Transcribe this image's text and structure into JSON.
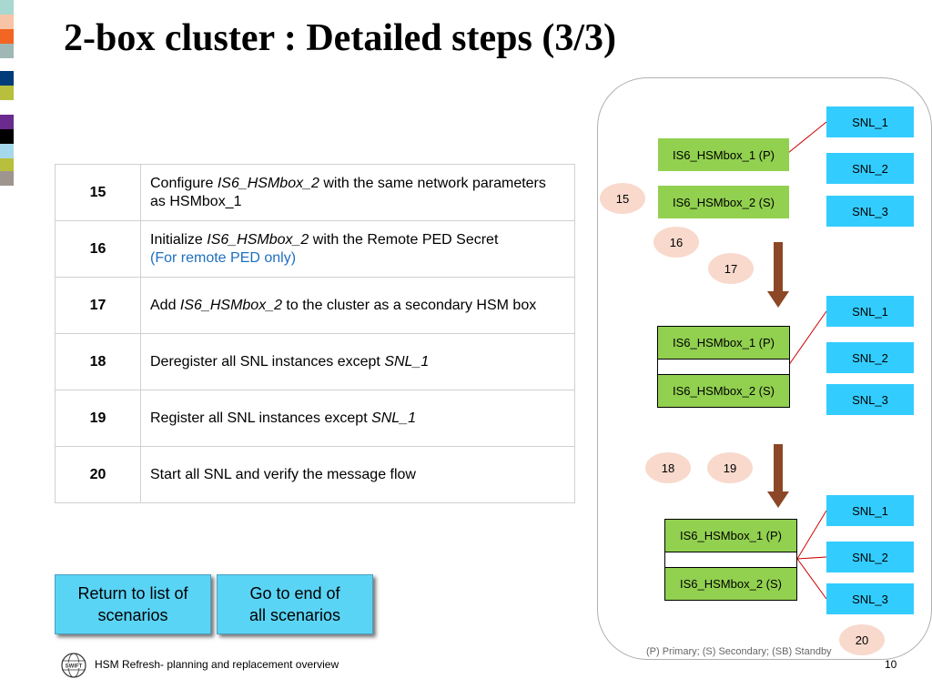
{
  "slide": {
    "title": "2-box cluster : Detailed steps (3/3)",
    "accent_swatches": [
      "#a8d8d0",
      "#f7c4a8",
      "#f26522",
      "#9fb8b5",
      "#ffffff",
      "#003b7a",
      "#b8bf3c",
      "#ffffff",
      "#6a2a8e",
      "#000000",
      "#a6d8ec",
      "#b8bf3c",
      "#9e958f"
    ]
  },
  "steps": [
    {
      "number": "15",
      "segments": [
        {
          "text": "Configure "
        },
        {
          "text": "IS6_HSMbox_2",
          "italic": true
        },
        {
          "text": " with the same network parameters as HSMbox_1"
        }
      ]
    },
    {
      "number": "16",
      "segments": [
        {
          "text": "Initialize "
        },
        {
          "text": "IS6_HSMbox_2",
          "italic": true
        },
        {
          "text": " with the Remote PED Secret"
        }
      ],
      "note": "(For remote PED only)"
    },
    {
      "number": "17",
      "segments": [
        {
          "text": "Add "
        },
        {
          "text": "IS6_HSMbox_2",
          "italic": true
        },
        {
          "text": " to the cluster as a secondary HSM box"
        }
      ]
    },
    {
      "number": "18",
      "segments": [
        {
          "text": "Deregister all SNL instances except "
        },
        {
          "text": "SNL_1",
          "italic": true
        }
      ]
    },
    {
      "number": "19",
      "segments": [
        {
          "text": "Register all SNL instances except "
        },
        {
          "text": "SNL_1",
          "italic": true
        }
      ]
    },
    {
      "number": "20",
      "segments": [
        {
          "text": "Start all SNL and verify the message flow"
        }
      ]
    }
  ],
  "buttons": {
    "return_label_line1": "Return to list of",
    "return_label_line2": "scenarios",
    "end_label_line1": "Go to end of",
    "end_label_line2": "all scenarios"
  },
  "diagram": {
    "stage1": {
      "snl": [
        "SNL_1",
        "SNL_2",
        "SNL_3"
      ],
      "primary": "IS6_HSMbox_1 (P)",
      "secondary": "IS6_HSMbox_2 (S)"
    },
    "stage2": {
      "snl": [
        "SNL_1",
        "SNL_2",
        "SNL_3"
      ],
      "primary": "IS6_HSMbox_1 (P)",
      "secondary": "IS6_HSMbox_2 (S)"
    },
    "stage3": {
      "snl": [
        "SNL_1",
        "SNL_2",
        "SNL_3"
      ],
      "primary": "IS6_HSMbox_1 (P)",
      "secondary": "IS6_HSMbox_2 (S)"
    },
    "step_bubbles": [
      "15",
      "16",
      "17",
      "18",
      "19",
      "20"
    ],
    "legend": "(P) Primary; (S) Secondary; (SB) Standby",
    "colors": {
      "snl": "#33ccff",
      "hsm": "#92d050",
      "bubble": "#f8d9cc",
      "arrow": "#8b4726",
      "link": "#cc0000"
    }
  },
  "footer": {
    "logo_icon": "swift-logo-icon",
    "text": "HSM Refresh- planning and replacement overview",
    "page_number": "10"
  }
}
